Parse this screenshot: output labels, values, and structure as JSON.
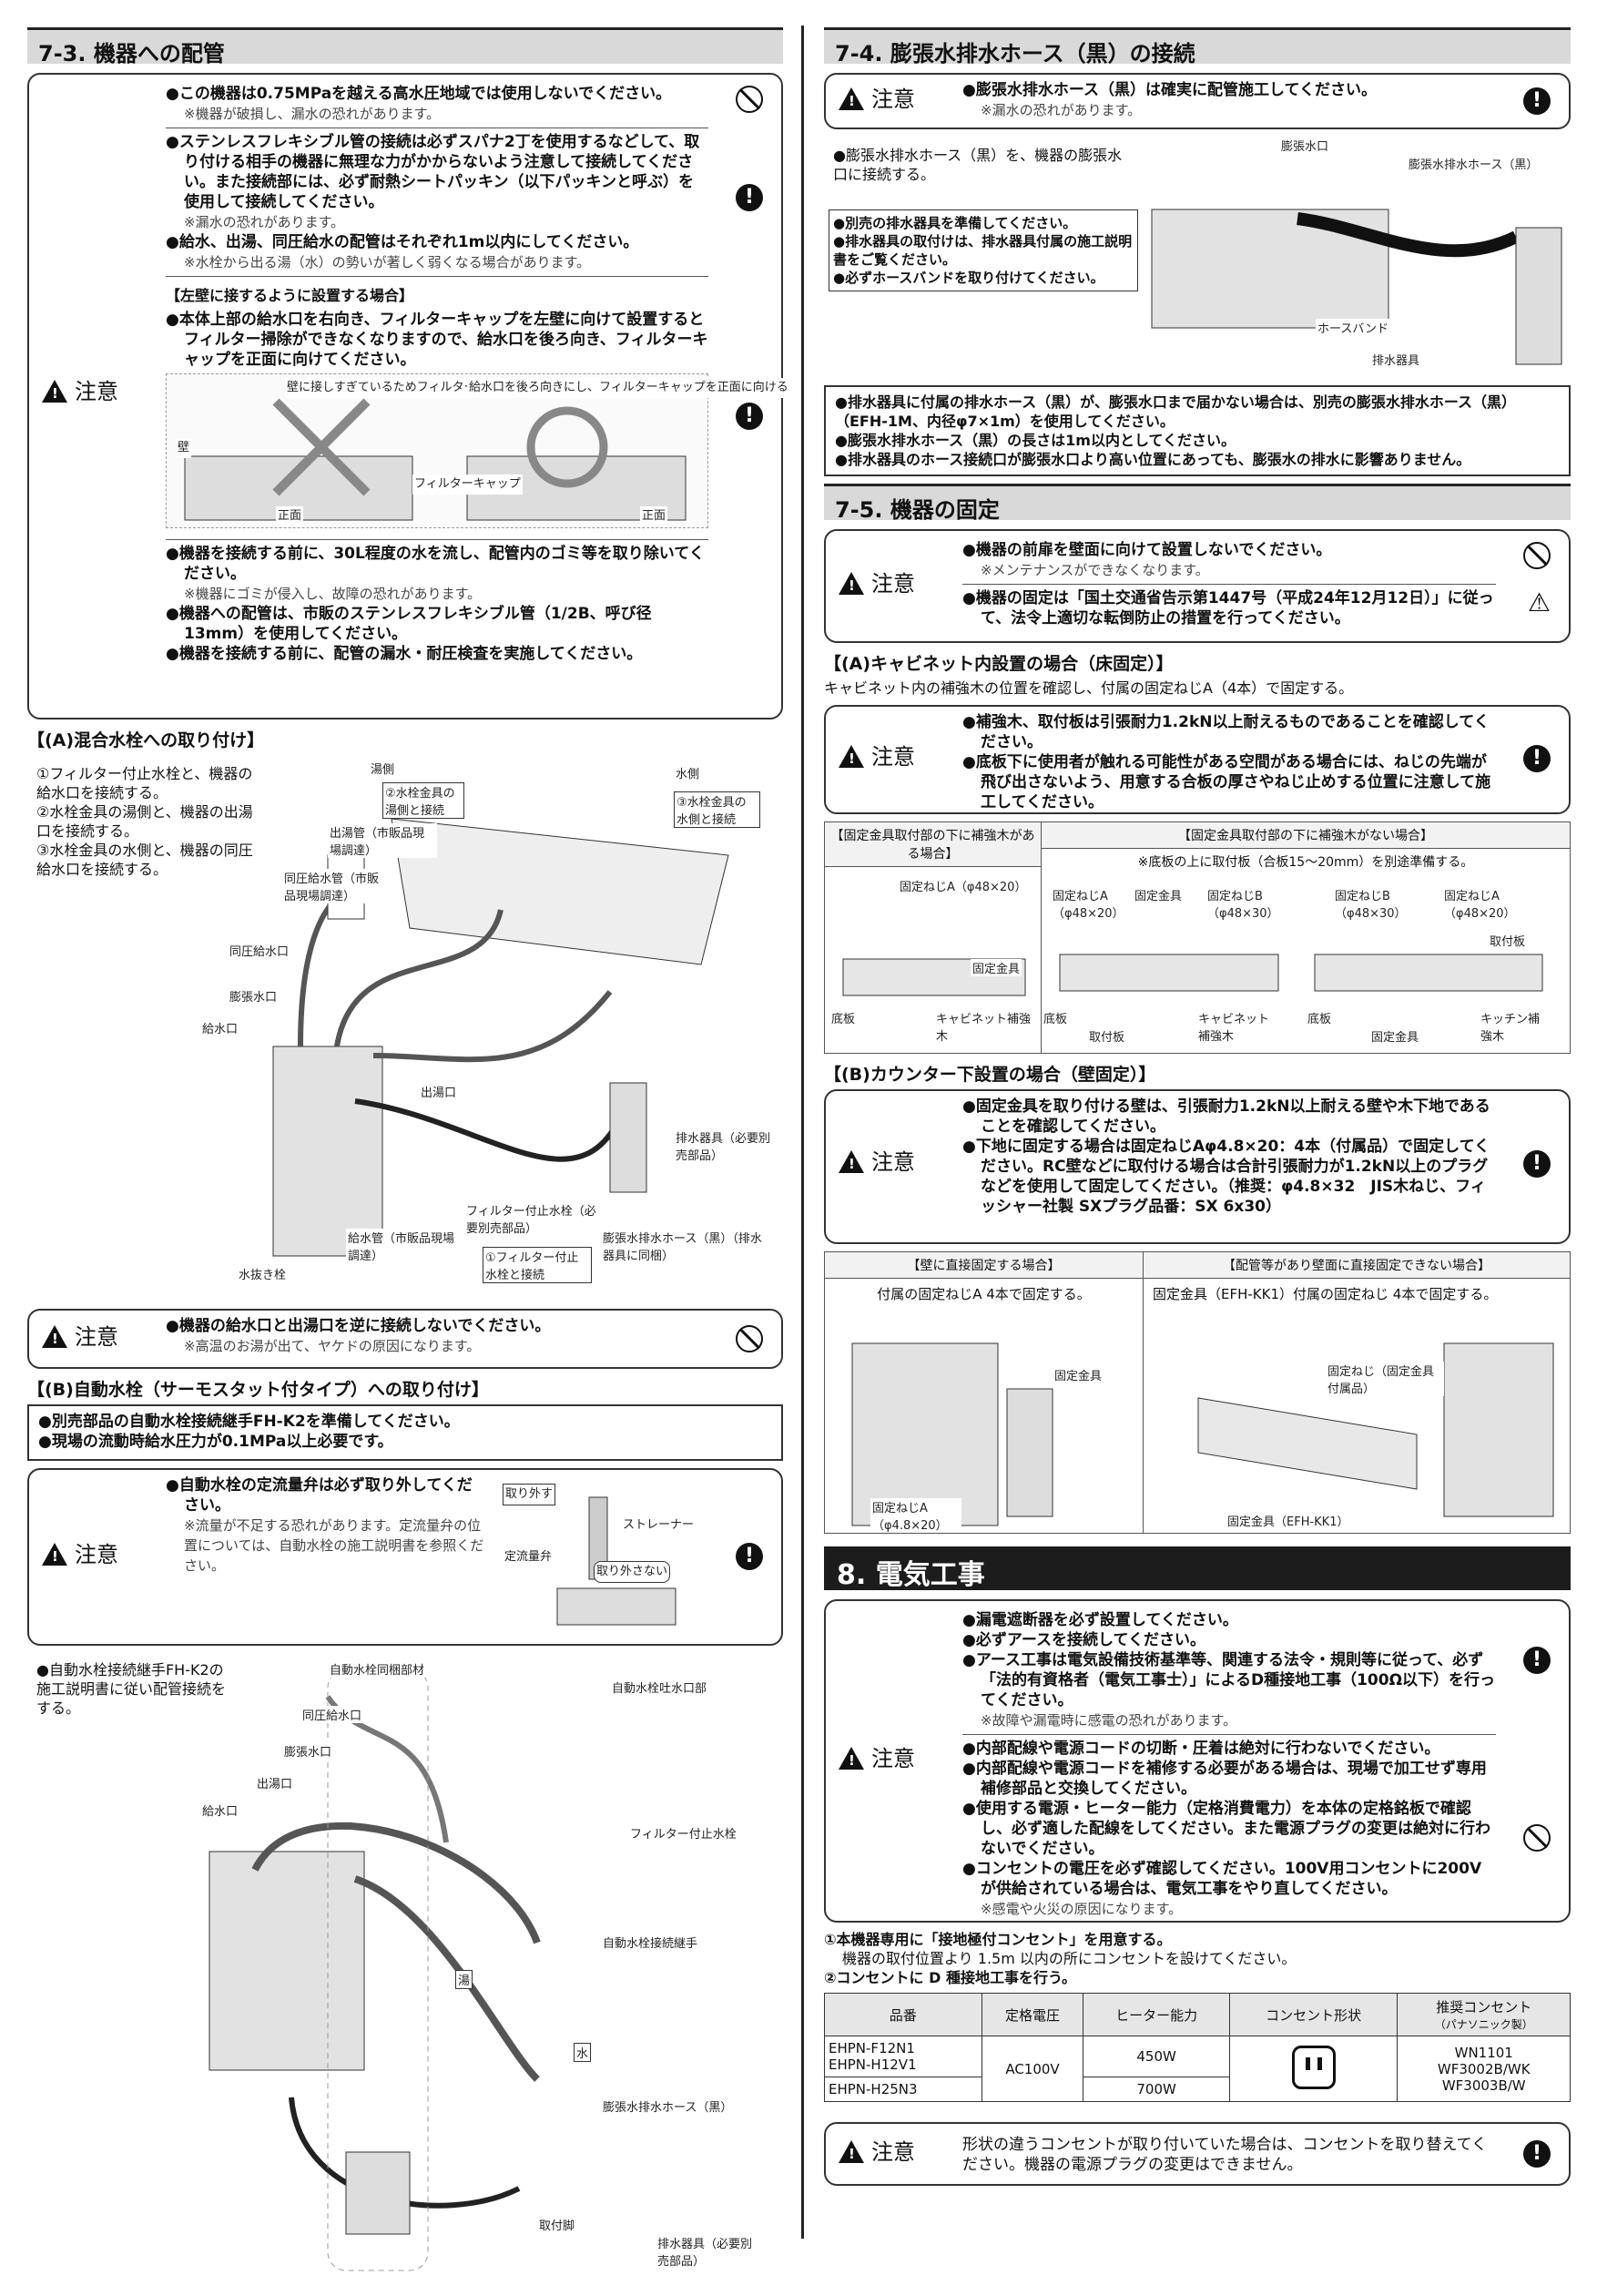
{
  "s73": {
    "title": "7-3. 機器への配管",
    "caution": "注意",
    "b1": "●この機器は0.75MPaを越える高水圧地域では使用しないでください。",
    "b1s": "※機器が破損し、漏水の恐れがあります。",
    "b2": "●ステンレスフレキシブル管の接続は必ずスパナ2丁を使用するなどして、取り付ける相手の機器に無理な力がかからないよう注意して接続してください。また接続部には、必ず耐熱シートパッキン（以下パッキンと呼ぶ）を使用して接続してください。",
    "b2s": "※漏水の恐れがあります。",
    "b3": "●給水、出湯、同圧給水の配管はそれぞれ1m以内にしてください。",
    "b3s": "※水栓から出る湯（水）の勢いが著しく弱くなる場合があります。",
    "wall_head": "【左壁に接するように設置する場合】",
    "b4": "●本体上部の給水口を右向き、フィルターキャップを左壁に向けて設置するとフィルター掃除ができなくなりますので、給水口を後ろ向き、フィルターキャップを正面に向けてください。",
    "fig_labels": [
      "壁に接しすぎているためフィルターが取り出せない",
      "給水口を後ろ向きにし、フィルターキャップを正面に向ける",
      "フィルターキャップ",
      "壁",
      "正面",
      "正面"
    ],
    "b5": "●機器を接続する前に、30L程度の水を流し、配管内のゴミ等を取り除いてください。",
    "b5s": "※機器にゴミが侵入し、故障の恐れがあります。",
    "b6": "●機器への配管は、市販のステンレスフレキシブル管（1/2B、呼び径13mm）を使用してください。",
    "b7": "●機器を接続する前に、配管の漏水・耐圧検査を実施してください。"
  },
  "mixA": {
    "head": "【(A)混合水栓への取り付け】",
    "steps": [
      "①フィルター付止水栓と、機器の給水口を接続する。",
      "②水栓金具の湯側と、機器の出湯口を接続する。",
      "③水栓金具の水側と、機器の同圧給水口を接続する。"
    ],
    "labels": [
      "湯側",
      "水側",
      "②水栓金具の湯側と接続",
      "③水栓金具の水側と接続",
      "出湯管（市販品現場調達）",
      "同圧給水管（市販品現場調達）",
      "同圧給水口",
      "膨張水口",
      "給水口",
      "出湯口",
      "排水器具（必要別売部品）",
      "フィルター付止水栓（必要別売部品）",
      "①フィルター付止水栓と接続",
      "給水管（市販品現場調達）",
      "水抜き栓",
      "膨張水排水ホース（黒）（排水器具に同梱）"
    ],
    "caution": "●機器の給水口と出湯口を逆に接続しないでください。",
    "caution_s": "※高温のお湯が出て、ヤケドの原因になります。"
  },
  "autoB": {
    "head": "【(B)自動水栓（サーモスタット付タイプ）への取り付け】",
    "n1": "●別売部品の自動水栓接続継手FH-K2を準備してください。",
    "n2": "●現場の流動時給水圧力が0.1MPa以上必要です。",
    "c1": "●自動水栓の定流量弁は必ず取り外してください。",
    "c1s": "※流量が不足する恐れがあります。定流量弁の位置については、自動水栓の施工説明書を参照ください。",
    "c_labels": [
      "取り外す",
      "ストレーナー",
      "定流量弁",
      "取り外さない"
    ],
    "step": "●自動水栓接続継手FH-K2の施工説明書に従い配管接続をする。",
    "labels": [
      "自動水栓同梱部材",
      "自動水栓吐水口部",
      "同圧給水口",
      "膨張水口",
      "出湯口",
      "給水口",
      "フィルター付止水栓",
      "自動水栓接続継手",
      "湯",
      "水",
      "膨張水排水ホース（黒）",
      "取付脚",
      "排水器具（必要別売部品）"
    ]
  },
  "s74": {
    "title": "7-4. 膨張水排水ホース（黒）の接続",
    "c1": "●膨張水排水ホース（黒）は確実に配管施工してください。",
    "c1s": "※漏水の恐れがあります。",
    "step": "●膨張水排水ホース（黒）を、機器の膨張水口に接続する。",
    "n1": "●別売の排水器具を準備してください。",
    "n2": "●排水器具の取付けは、排水器具付属の施工説明書をご覧ください。",
    "n3": "●必ずホースバンドを取り付けてください。",
    "labels": [
      "膨張水口",
      "膨張水排水ホース（黒）",
      "ホースバンド",
      "排水器具"
    ],
    "notes": [
      "●排水器具に付属の排水ホース（黒）が、膨張水口まで届かない場合は、別売の膨張水排水ホース（黒）（EFH-1M、内径φ7×1m）を使用してください。",
      "●膨張水排水ホース（黒）の長さは1m以内としてください。",
      "●排水器具のホース接続口が膨張水口より高い位置にあっても、膨張水の排水に影響ありません。"
    ]
  },
  "s75": {
    "title": "7-5. 機器の固定",
    "c1": "●機器の前扉を壁面に向けて設置しないでください。",
    "c1s": "※メンテナンスができなくなります。",
    "c2": "●機器の固定は「国土交通省告示第1447号（平成24年12月12日）」に従って、法令上適切な転倒防止の措置を行ってください。",
    "a_head": "【(A)キャビネット内設置の場合（床固定）】",
    "a_txt": "キャビネット内の補強木の位置を確認し、付属の固定ねじA（4本）で固定する。",
    "a_c1": "●補強木、取付板は引張耐力1.2kN以上耐えるものであることを確認してください。",
    "a_c2": "●底板下に使用者が触れる可能性がある空間がある場合には、ねじの先端が飛び出さないよう、用意する合板の厚さやねじ止めする位置に注意して施工してください。",
    "fh1": "【固定金具取付部の下に補強木がある場合】",
    "fh2": "【固定金具取付部の下に補強木がない場合】",
    "fnote": "※底板の上に取付板（合板15〜20mm）を別途準備する。",
    "f1": [
      "固定ねじA（φ48×20）",
      "固定金具",
      "底板",
      "キャビネット補強木"
    ],
    "f2": [
      "固定ねじA（φ48×20）",
      "固定金具",
      "固定ねじB（φ48×30）",
      "底板",
      "取付板",
      "キャビネット補強木"
    ],
    "f3": [
      "固定ねじB（φ48×30）",
      "固定ねじA（φ48×20）",
      "取付板",
      "底板",
      "固定金具",
      "キッチン補強木"
    ],
    "b_head": "【(B)カウンター下設置の場合（壁固定）】",
    "b_c1": "●固定金具を取り付ける壁は、引張耐力1.2kN以上耐える壁や木下地であることを確認してください。",
    "b_c2": "●下地に固定する場合は固定ねじAφ4.8×20：4本（付属品）で固定してください。RC壁などに取付ける場合は合計引張耐力が1.2kN以上のプラグなどを使用して固定してください。（推奨：φ4.8×32　JIS木ねじ、フィッシャー社製 SXプラグ品番：SX 6x30）",
    "wh1": "【壁に直接固定する場合】",
    "wh2": "【配管等があり壁面に直接固定できない場合】",
    "wt1": "付属の固定ねじA 4本で固定する。",
    "wt2": "固定金具（EFH-KK1）付属の固定ねじ 4本で固定する。",
    "wl1": [
      "固定金具",
      "固定ねじA（φ4.8×20）"
    ],
    "wl2": [
      "固定ねじ（固定金具付属品）",
      "固定金具（EFH-KK1）"
    ]
  },
  "s8": {
    "title": "8. 電気工事",
    "c1": "●漏電遮断器を必ず設置してください。",
    "c2": "●必ずアースを接続してください。",
    "c3": "●アース工事は電気設備技術基準等、関連する法令・規則等に従って、必ず「法的有資格者（電気工事士）」によるD種接地工事（100Ω以下）を行ってください。",
    "c3s": "※故障や漏電時に感電の恐れがあります。",
    "c4": "●内部配線や電源コードの切断・圧着は絶対に行わないでください。",
    "c5": "●内部配線や電源コードを補修する必要がある場合は、現場で加工せず専用補修部品と交換してください。",
    "c6": "●使用する電源・ヒーター能力（定格消費電力）を本体の定格銘板で確認し、必ず適した配線をしてください。また電源プラグの変更は絶対に行わないでください。",
    "c7": "●コンセントの電圧を必ず確認してください。100V用コンセントに200Vが供給されている場合は、電気工事をやり直してください。",
    "c7s": "※感電や火災の原因になります。",
    "p1": "①本機器専用に「接地極付コンセント」を用意する。",
    "p1s": "機器の取付位置より 1.5m 以内の所にコンセントを設けてください。",
    "p2": "②コンセントに D 種接地工事を行う。",
    "th": [
      "品番",
      "定格電圧",
      "ヒーター能力",
      "コンセント形状",
      "推奨コンセント"
    ],
    "th_sub": "（パナソニック製）",
    "m1": "EHPN-F12N1",
    "m2": "EHPN-H12V1",
    "m3": "EHPN-H25N3",
    "volt": "AC100V",
    "w1": "450W",
    "w2": "700W",
    "rec": [
      "WN1101",
      "WF3002B/WK",
      "WF3003B/W"
    ],
    "last": "形状の違うコンセントが取り付いていた場合は、コンセントを取り替えてください。機器の電源プラグの変更はできません。"
  }
}
